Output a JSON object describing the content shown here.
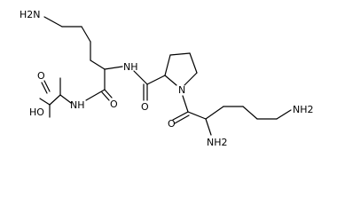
{
  "diagram": {
    "atoms": {
      "nh2_lys_top": "H2N",
      "nh_amide_top": "NH",
      "o_pro_carbonyl": "O",
      "n_proline": "N",
      "o_lys_carbonyl": "O",
      "nh_ala": "NH",
      "o_ala_carbonyl": "O",
      "ho_acid": "HO",
      "o_acid_double": "O",
      "nh2_alpha_bottom": "NH2",
      "nh2_bottom_right": "NH2"
    }
  }
}
